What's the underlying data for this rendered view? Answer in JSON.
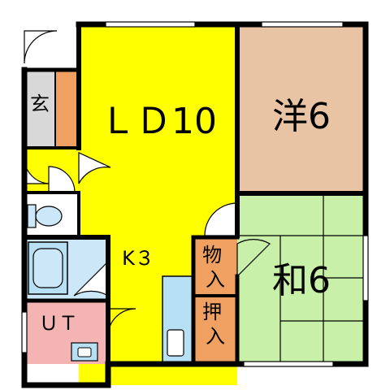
{
  "rooms": {
    "ld": {
      "label": "ＬＤ10",
      "color": "#ffff00"
    },
    "kitchen": {
      "label": "K３",
      "color": "#ffff00"
    },
    "western": {
      "label": "洋6",
      "color": "#e8c4a4"
    },
    "japanese": {
      "label": "和6",
      "color": "#c8f0a8"
    },
    "entrance": {
      "label": "玄",
      "color": "#d8d8d8"
    },
    "storage": {
      "label": "物入",
      "color": "#f0a060"
    },
    "closet": {
      "label": "押入",
      "color": "#f0a060"
    },
    "utility": {
      "label": "ＵＴ",
      "color": "#f4b4b4"
    },
    "bath": {
      "color": "#cce8f8"
    },
    "toilet": {
      "color": "#ffffff"
    }
  },
  "colors": {
    "wall": "#000000",
    "fixture": "#b8e0f4",
    "shoe_box": "#f0a060"
  }
}
